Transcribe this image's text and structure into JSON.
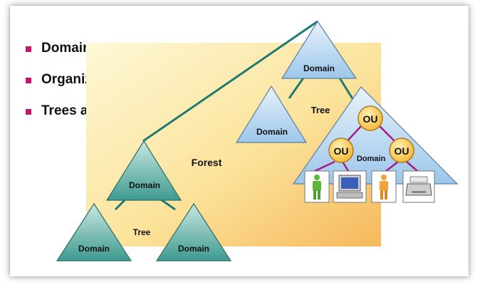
{
  "bullets": [
    "Domains",
    "Organizational Units",
    "Trees and Forests"
  ],
  "labels": {
    "domain": "Domain",
    "tree": "Tree",
    "forest": "Forest",
    "ou": "OU"
  },
  "colors": {
    "bullet": "#c2186a",
    "forest_bg_start": "#fbf4c9",
    "forest_bg_end": "#f7bf6a",
    "connector": "#1f7a70",
    "ou_link": "#a51b86",
    "triangle_light": "#b7d7f1",
    "triangle_teal": "#4fa79c"
  },
  "icons": [
    "user-icon",
    "computer-icon",
    "user-icon",
    "printer-icon"
  ]
}
